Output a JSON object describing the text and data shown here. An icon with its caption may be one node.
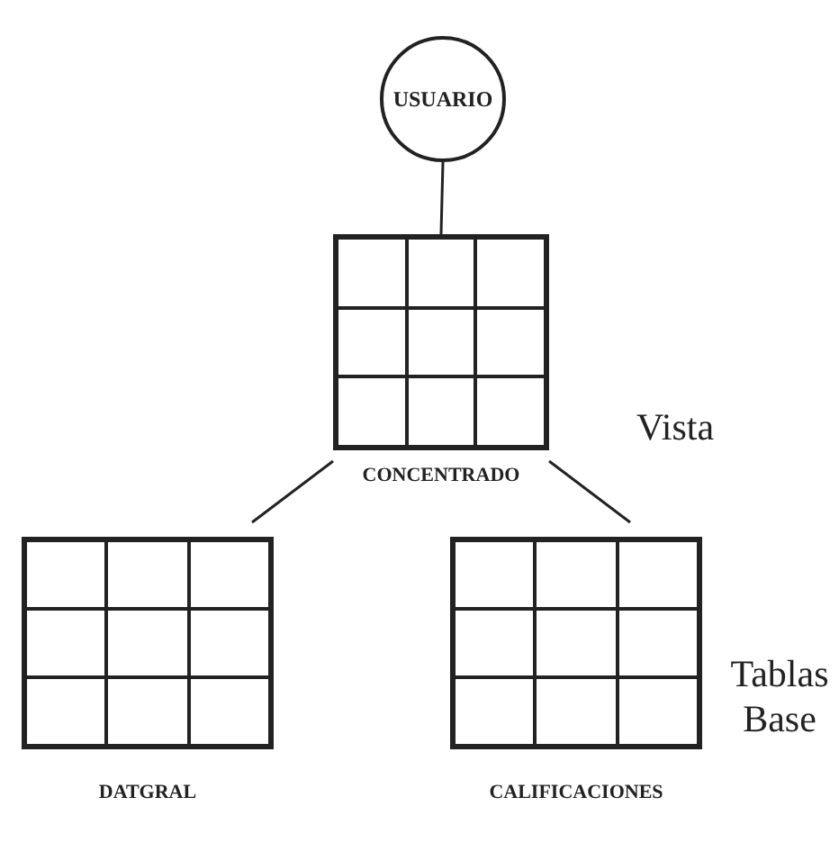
{
  "diagram": {
    "nodes": [
      {
        "text": [
          "USUARIO"
        ]
      },
      {
        "text": [
          "CONCENTRADO"
        ]
      },
      {
        "text": [
          "DATGRAL"
        ]
      },
      {
        "text": [
          "CALIFICACIONES"
        ]
      }
    ],
    "edges": [
      {
        "from": 0,
        "to": 1,
        "arrow": "none"
      },
      {
        "from": 1,
        "to": 2,
        "arrow": "none"
      },
      {
        "from": 1,
        "to": 3,
        "arrow": "none"
      }
    ],
    "labels": [
      "Vista",
      "Tablas Base"
    ]
  }
}
